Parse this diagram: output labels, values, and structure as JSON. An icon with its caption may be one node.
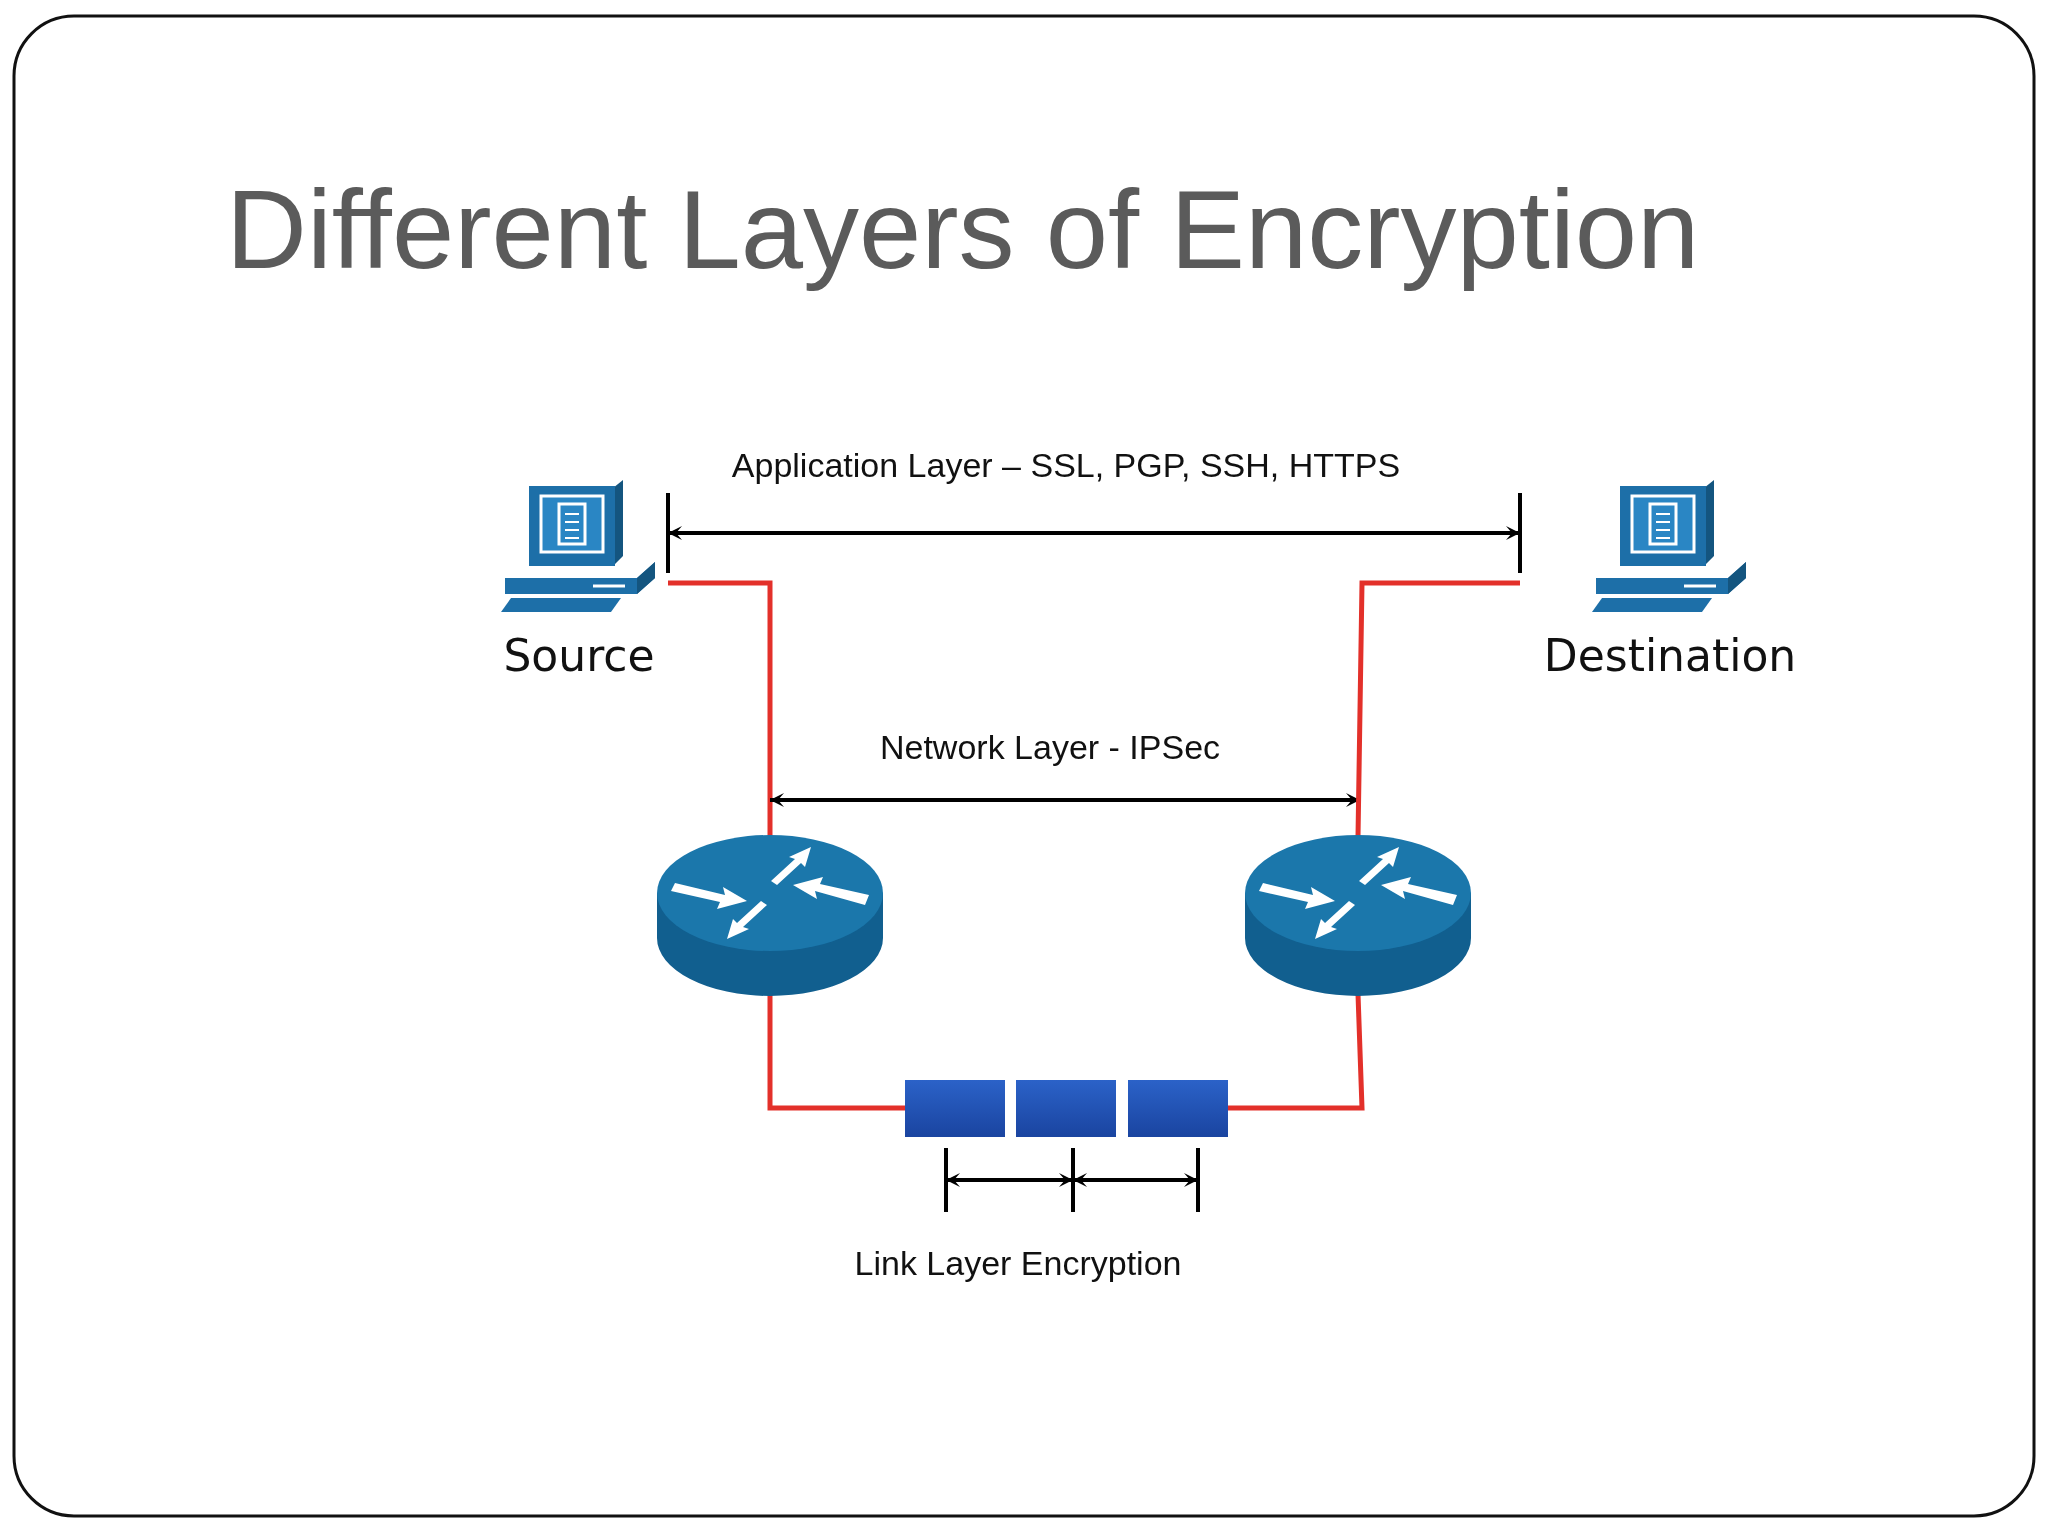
{
  "diagram": {
    "title": "Different Layers of Encryption",
    "nodes": [
      {
        "text": [
          "Source"
        ]
      },
      {
        "text": [
          "Destination"
        ]
      },
      {
        "text": [],
        "shape": "cylinder"
      },
      {
        "text": [],
        "shape": "cylinder"
      },
      {
        "text": [],
        "shape": "box"
      },
      {
        "text": [],
        "shape": "box"
      },
      {
        "text": [],
        "shape": "box"
      }
    ],
    "edges": [
      {
        "from": 0,
        "to": 1,
        "arrow": "both",
        "label": "Application Layer – SSL, PGP, SSH, HTTPS",
        "color": "#000000"
      },
      {
        "from": 0,
        "to": 2,
        "arrow": "none",
        "color": "#e3302a"
      },
      {
        "from": 2,
        "to": 3,
        "arrow": "both",
        "label": "Network Layer - IPSec",
        "color": "#000000"
      },
      {
        "from": 2,
        "to": 4,
        "arrow": "none",
        "color": "#e3302a"
      },
      {
        "from": 4,
        "to": 5,
        "arrow": "both",
        "color": "#000000"
      },
      {
        "from": 5,
        "to": 6,
        "arrow": "both",
        "color": "#000000"
      },
      {
        "from": 6,
        "to": 3,
        "arrow": "none",
        "color": "#e3302a"
      },
      {
        "from": 3,
        "to": 1,
        "arrow": "none",
        "color": "#e3302a"
      }
    ],
    "labels": [
      "Link Layer Encryption"
    ]
  }
}
